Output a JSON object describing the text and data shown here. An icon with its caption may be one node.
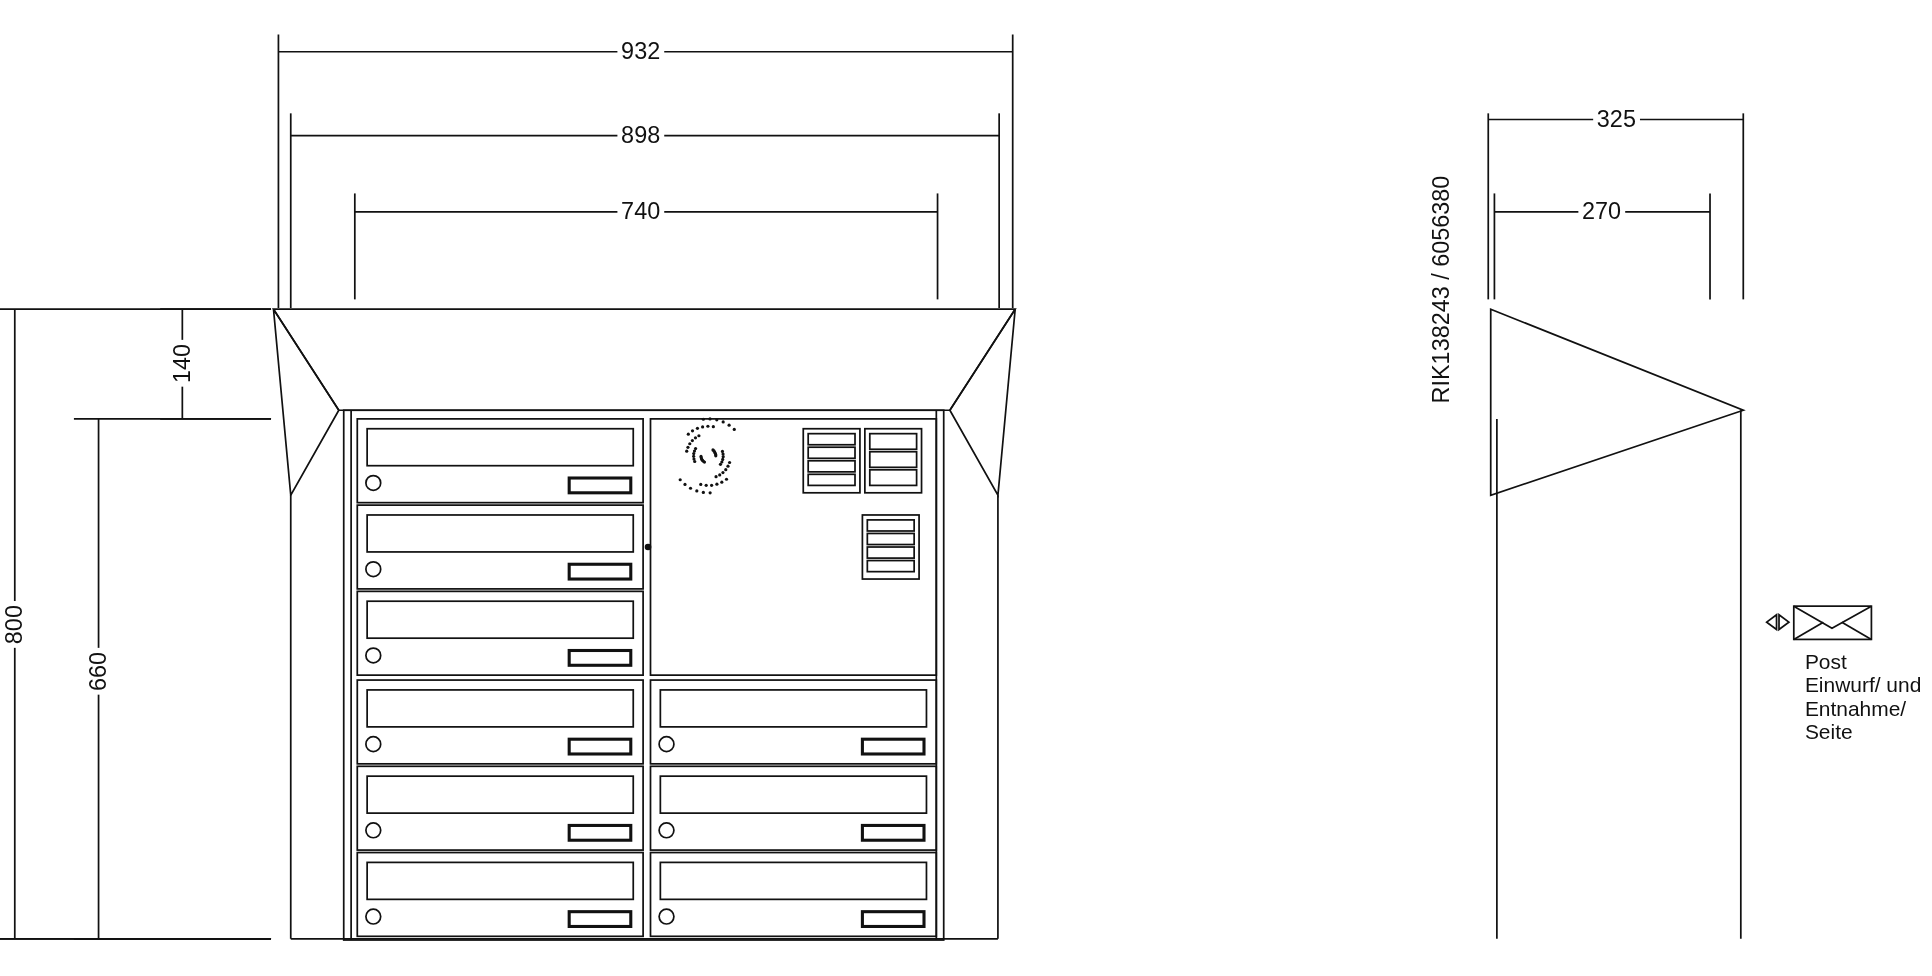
{
  "diagram": {
    "labels": [
      "932",
      "898",
      "740",
      "140",
      "800",
      "660",
      "325",
      "270",
      "RIK138243 / 6056380",
      "Post Einwurf/ und Entnahme/ Seite"
    ]
  }
}
